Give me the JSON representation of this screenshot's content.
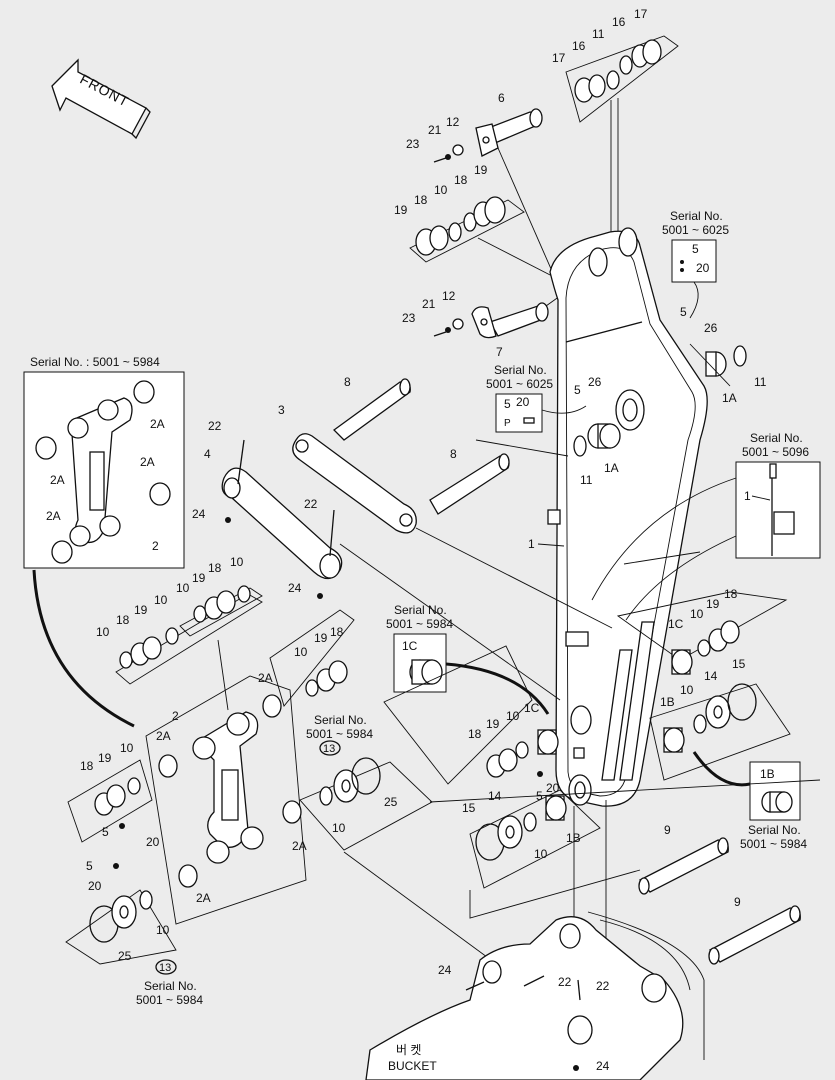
{
  "diagram": {
    "front_label": "FRONT",
    "bucket_korean": "버 켓",
    "bucket_label": "BUCKET",
    "serial_top_right": {
      "title": "Serial No.",
      "range": "5001 ~ 6025",
      "parts": [
        "5",
        "20"
      ]
    },
    "serial_mid": {
      "title": "Serial No.",
      "range": "5001 ~ 6025",
      "parts": [
        "5",
        "20",
        "P"
      ]
    },
    "serial_left_box": "Serial No. : 5001 ~ 5984",
    "serial_right_box": {
      "title": "Serial No.",
      "range": "5001 ~ 5096",
      "part": "1"
    },
    "serial_1c": {
      "title": "Serial No.",
      "range": "5001 ~ 5984",
      "part": "1C"
    },
    "serial_1b": {
      "part": "1B",
      "title": "Serial No.",
      "range": "5001 ~ 5984"
    },
    "serial_13_mid": {
      "title": "Serial No.",
      "range": "5001 ~ 5984",
      "part": "13"
    },
    "serial_13_bottom": {
      "part": "13",
      "title": "Serial No.",
      "range": "5001 ~ 5984"
    },
    "callouts": {
      "c17a": "17",
      "c16a": "16",
      "c11a": "11",
      "c16b": "16",
      "c17b": "17",
      "c6": "6",
      "c21a": "21",
      "c12a": "12",
      "c23a": "23",
      "c18a": "18",
      "c19a": "19",
      "c10a": "10",
      "c18b": "18",
      "c19b": "19",
      "c21b": "21",
      "c12b": "12",
      "c23b": "23",
      "c7": "7",
      "c5a": "5",
      "c26a": "26",
      "c11b": "11",
      "c1a": "1A",
      "c5b": "5",
      "c26b": "26",
      "c11c": "11",
      "c1a2": "1A",
      "c1": "1",
      "c8a": "8",
      "c3": "3",
      "c22a": "22",
      "c4": "4",
      "c24a": "24",
      "c8b": "8",
      "c22b": "22",
      "c24b": "24",
      "c2a1": "2A",
      "c2a2": "2A",
      "c2a3": "2A",
      "c2a4": "2A",
      "c2": "2",
      "l10a": "10",
      "l19a": "19",
      "l18a": "18",
      "l10b": "10",
      "l10c": "10",
      "l18c": "18",
      "l19c": "19",
      "l2": "2",
      "l2a1": "2A",
      "l2a2": "2A",
      "l2a3": "2A",
      "l2a4": "2A",
      "l10d": "10",
      "l19d": "19",
      "l18d": "18",
      "l18e": "18",
      "l19e": "19",
      "l10e": "10",
      "l20a": "20",
      "l5a": "5",
      "l5b": "5",
      "l20b": "20",
      "l25a": "25",
      "l10f": "10",
      "l25b": "25",
      "l10g": "10",
      "m18": "18",
      "m19": "19",
      "m10": "10",
      "m1c": "1C",
      "m20": "20",
      "m5": "5",
      "m15": "15",
      "m14": "14",
      "m10b": "10",
      "m1b": "1B",
      "r1c": "1C",
      "r10": "10",
      "r19": "19",
      "r18": "18",
      "r1b": "1B",
      "r10b": "10",
      "r14": "14",
      "r15": "15",
      "c9a": "9",
      "c9b": "9",
      "c24c": "24",
      "c22c": "22",
      "c22d": "22",
      "c24d": "24"
    }
  }
}
